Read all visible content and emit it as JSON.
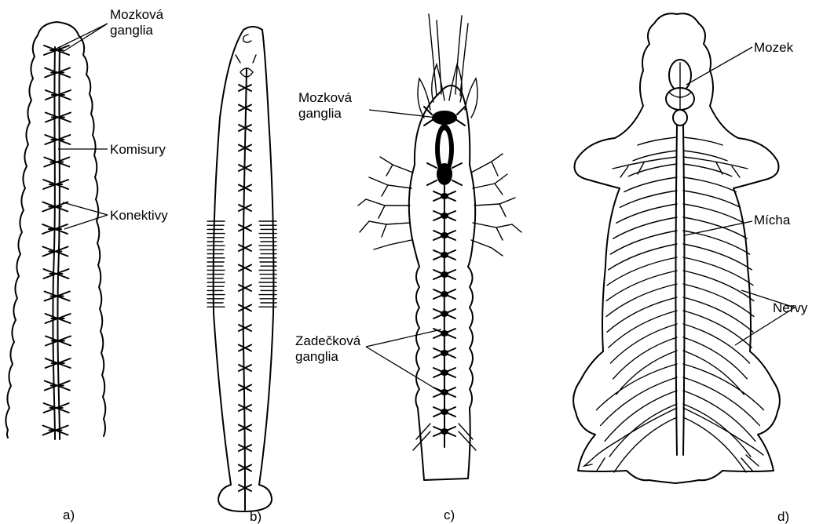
{
  "panels": {
    "a": {
      "caption": "a)",
      "labels": {
        "brain_ganglia_line1": "Mozková",
        "brain_ganglia_line2": "ganglia",
        "commissures": "Komisury",
        "connectives": "Konektivy"
      }
    },
    "b": {
      "caption": "b)"
    },
    "c": {
      "caption": "c)",
      "labels": {
        "brain_ganglia_line1": "Mozková",
        "brain_ganglia_line2": "ganglia",
        "abdominal_ganglia_line1": "Zadečková",
        "abdominal_ganglia_line2": "ganglia"
      }
    },
    "d": {
      "caption": "d)",
      "labels": {
        "brain": "Mozek",
        "spinal_cord": "Mícha",
        "nerves": "Nervy"
      }
    }
  }
}
